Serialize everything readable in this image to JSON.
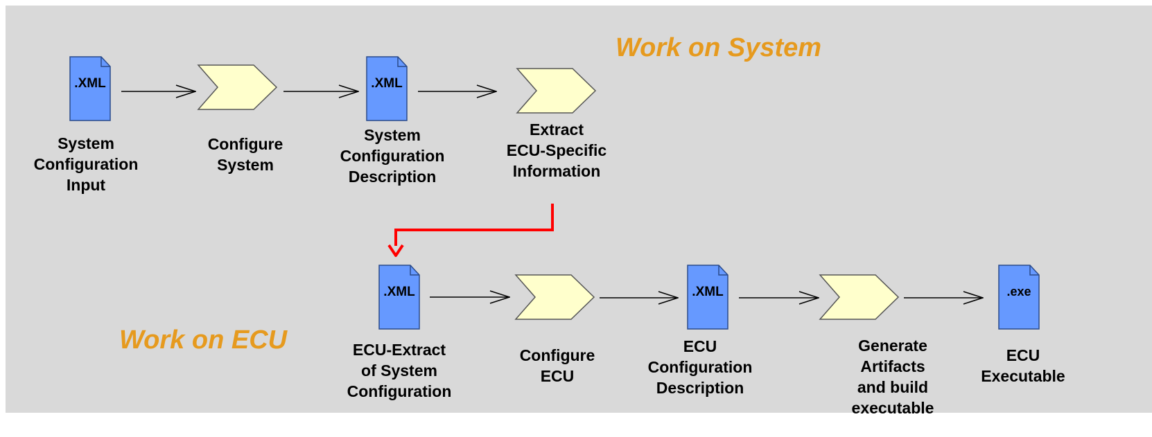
{
  "colors": {
    "panel_bg": "#d9d9d9",
    "doc_fill": "#6699ff",
    "doc_stroke": "#2a4a8a",
    "process_fill": "#ffffcc",
    "process_stroke": "#555555",
    "heading": "#e69a1e",
    "link_arrow": "#ff0000",
    "flow_arrow": "#000000"
  },
  "headings": {
    "system": "Work on System",
    "ecu": "Work on ECU"
  },
  "system_flow": {
    "doc_input": {
      "icon": "xml-document-icon",
      "ext": ".XML",
      "label": [
        "System",
        "Configuration",
        "Input"
      ]
    },
    "configure_system": {
      "icon": "process-chevron-icon",
      "label": [
        "Configure",
        "System"
      ]
    },
    "doc_description": {
      "icon": "xml-document-icon",
      "ext": ".XML",
      "label": [
        "System",
        "Configuration",
        "Description"
      ]
    },
    "extract": {
      "icon": "process-chevron-icon",
      "label": [
        "Extract",
        "ECU-Specific",
        "Information"
      ]
    }
  },
  "ecu_flow": {
    "doc_extract": {
      "icon": "xml-document-icon",
      "ext": ".XML",
      "label": [
        "ECU-Extract",
        "of System",
        "Configuration"
      ]
    },
    "configure_ecu": {
      "icon": "process-chevron-icon",
      "label": [
        "Configure",
        "ECU"
      ]
    },
    "doc_ecu_description": {
      "icon": "xml-document-icon",
      "ext": ".XML",
      "label": [
        "ECU",
        "Configuration",
        "Description"
      ]
    },
    "generate": {
      "icon": "process-chevron-icon",
      "label": [
        "Generate",
        "Artifacts",
        "and build",
        "executable"
      ]
    },
    "doc_executable": {
      "icon": "exe-document-icon",
      "ext": ".exe",
      "label": [
        "ECU",
        "Executable"
      ]
    }
  }
}
